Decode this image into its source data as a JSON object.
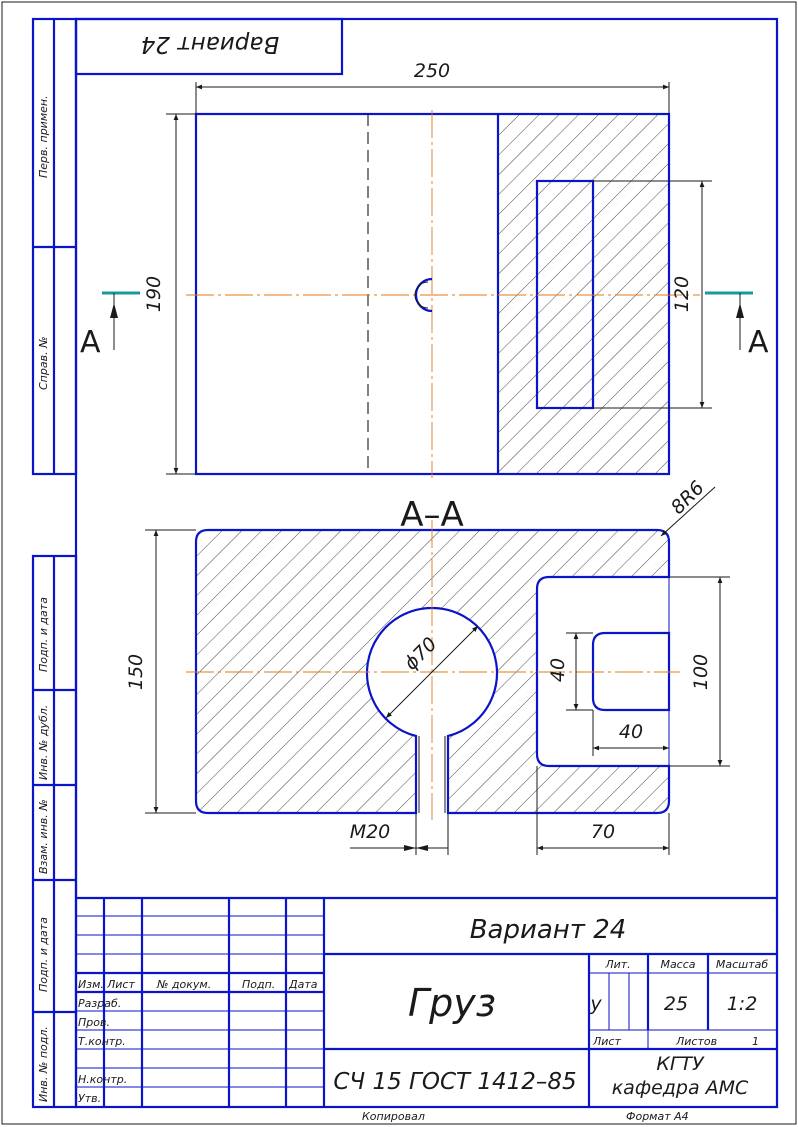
{
  "variant_stamp": "Вариант 24",
  "section_marker": "А",
  "section_title": "А–А",
  "dims": {
    "width_top": "250",
    "height_top": "190",
    "slot_height": "120",
    "fillet": "8R6",
    "height_section": "150",
    "diameter": "ϕ70",
    "thread": "M20",
    "pocket_width": "70",
    "pocket_height": "100",
    "inner_h": "40",
    "inner_w": "40"
  },
  "sidebar": {
    "perv_primen": "Перв. примен.",
    "sprav_no": "Справ. №",
    "podp_data_1": "Подп. и дата",
    "inv_dubl": "Инв. № дубл.",
    "vzam_inv": "Взам. инв. №",
    "podp_data_2": "Подп. и дата",
    "inv_podl": "Инв. № подл."
  },
  "title_block": {
    "variant": "Вариант 24",
    "name": "Груз",
    "material": "СЧ 15 ГОСТ 1412–85",
    "lit_label": "Лит.",
    "mass_label": "Масса",
    "scale_label": "Масштаб",
    "lit_value": "у",
    "mass_value": "25",
    "scale_value": "1:2",
    "sheet_label": "Лист",
    "sheets_label": "Листов",
    "sheets_value": "1",
    "org_line1": "КГТУ",
    "org_line2": "кафедра АМС",
    "col_izm": "Изм.",
    "col_list": "Лист",
    "col_doc": "№ докум.",
    "col_podp": "Подп.",
    "col_date": "Дата",
    "row_razrab": "Разраб.",
    "row_prov": "Пров.",
    "row_tkontr": "Т.контр.",
    "row_nkontr": "Н.контр.",
    "row_utv": "Утв."
  },
  "footer": {
    "copied": "Копировал",
    "format": "Формат А4"
  }
}
